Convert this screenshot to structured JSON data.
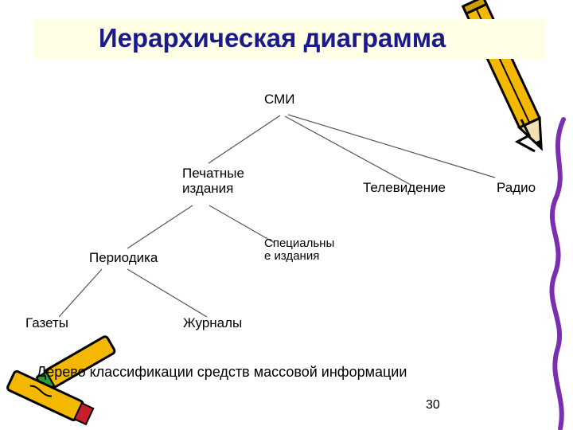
{
  "slide": {
    "title": "Иерархическая диаграмма",
    "caption": "Дерево классификации средств массовой информации",
    "page_number": "30"
  },
  "nodes": {
    "smi": "СМИ",
    "print_line1": "Печатные",
    "print_line2": "издания",
    "tv": "Телевидение",
    "radio": "Радио",
    "periodika": "Периодика",
    "special_line1": "Специальны",
    "special_line2": "е издания",
    "newspapers": "Газеты",
    "magazines": "Журналы"
  },
  "colors": {
    "title": "#1a1a8a",
    "title_band": "#ffffe6",
    "pencil_body": "#f5b800",
    "pencil_outline": "#000000",
    "squiggle": "#7a2fb0"
  },
  "icons": [
    "pencil-icon",
    "marker-icon"
  ]
}
